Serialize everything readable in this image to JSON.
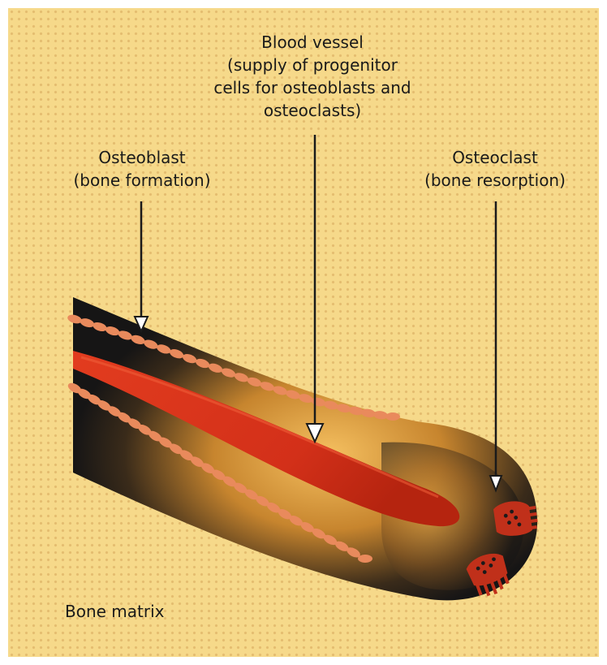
{
  "labels": {
    "blood_vessel": {
      "lines": [
        "Blood vessel",
        "(supply of progenitor",
        "cells for osteoblasts and",
        "osteoclasts)"
      ]
    },
    "osteoblast": {
      "lines": [
        "Osteoblast",
        "(bone formation)"
      ]
    },
    "osteoclast": {
      "lines": [
        "Osteoclast",
        "(bone resorption)"
      ]
    },
    "bone_matrix": "Bone matrix"
  },
  "colors": {
    "matrix_background": "#f6d98a",
    "matrix_dots": "#d6a55a",
    "canal_dark": "#1b1a1a",
    "canal_glow": "#f2b24c",
    "blood_vessel": "#d8341c",
    "osteoblast_cells": "#e98a5c",
    "osteoclast_cells": "#c0301a",
    "arrow_stroke": "#1a1a1a",
    "arrow_head_fill": "#ffffff"
  }
}
